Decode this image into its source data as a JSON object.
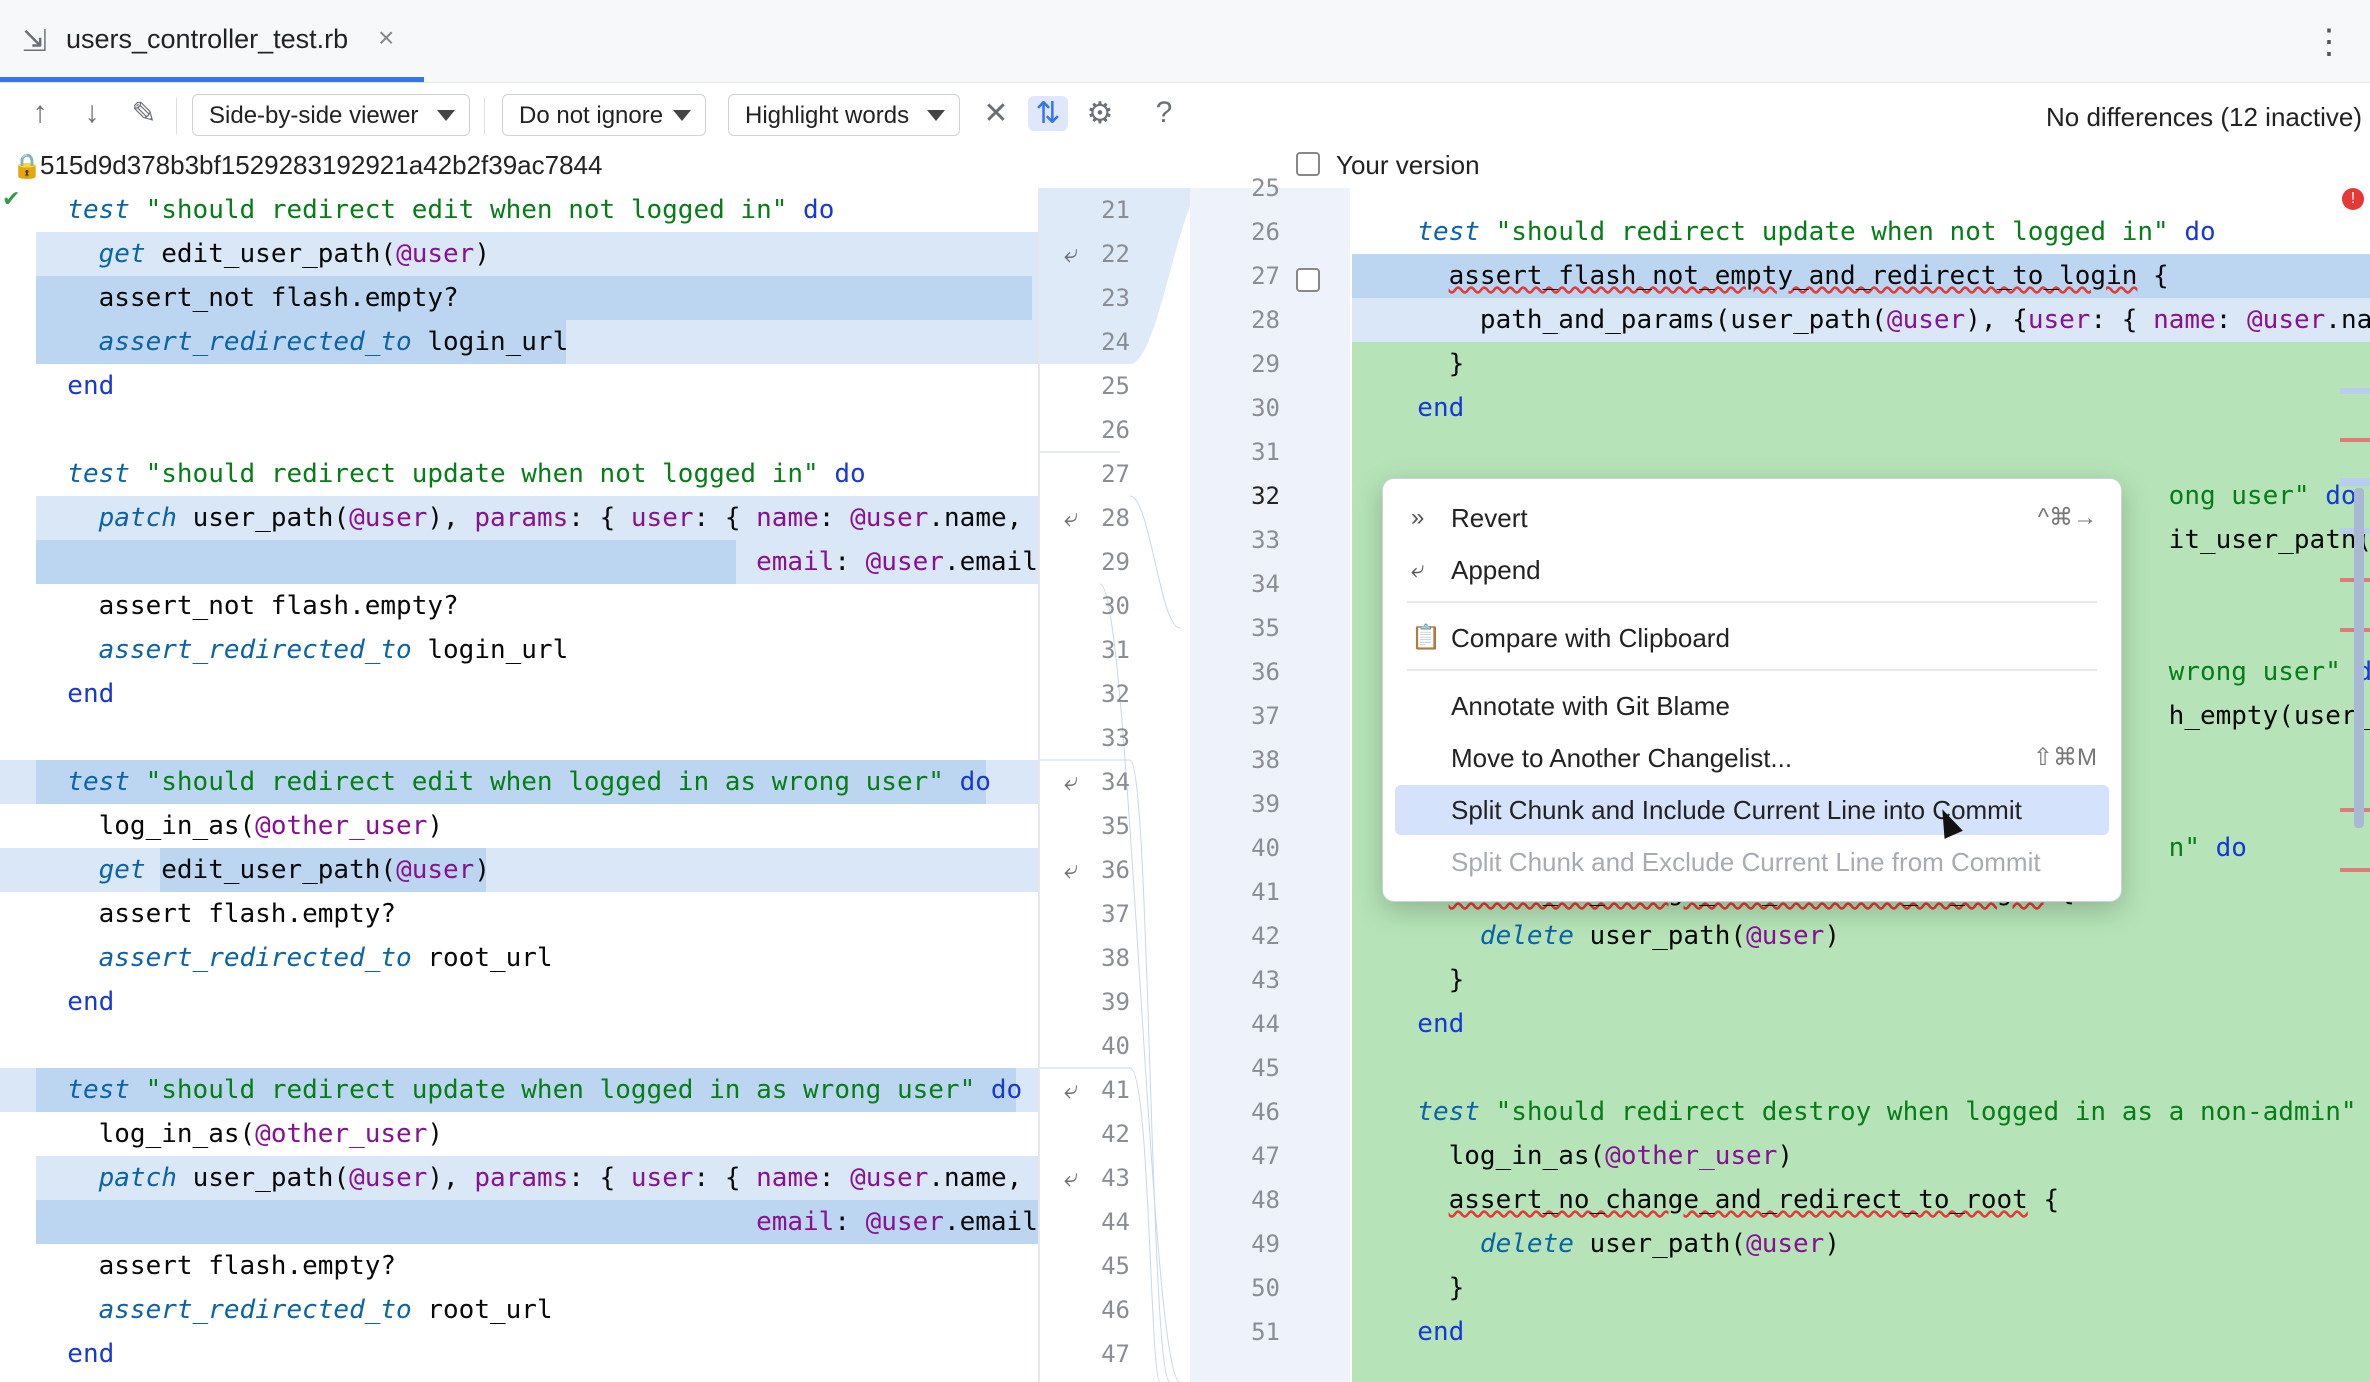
{
  "tab": {
    "title": "users_controller_test.rb",
    "close": "×",
    "icon": "⇲"
  },
  "kebab": "⋮",
  "toolbar": {
    "viewer": "Side-by-side viewer",
    "ignore": "Do not ignore",
    "highlight": "Highlight words",
    "status": "No differences (12 inactive)",
    "icons": {
      "up": "↑",
      "down": "↓",
      "edit": "✎",
      "collapse": "✕",
      "sync": "⇅",
      "settings": "⚙",
      "help": "?"
    }
  },
  "revision_hash": "515d9d378b3bf1529283192921a42b2f39ac7844",
  "your_version_label": "Your version",
  "left_lines": [
    {
      "n": "21",
      "t": "  test \"should redirect edit when not logged in\" do"
    },
    {
      "n": "22",
      "t": "    get edit_user_path(@user)"
    },
    {
      "n": "23",
      "t": "    assert_not flash.empty?"
    },
    {
      "n": "24",
      "t": "    assert_redirected_to login_url"
    },
    {
      "n": "25",
      "t": "  end"
    },
    {
      "n": "26",
      "t": ""
    },
    {
      "n": "27",
      "t": "  test \"should redirect update when not logged in\" do"
    },
    {
      "n": "28",
      "t": "    patch user_path(@user), params: { user: { name: @user.name,"
    },
    {
      "n": "29",
      "t": "                                              email: @user.email"
    },
    {
      "n": "30",
      "t": "    assert_not flash.empty?"
    },
    {
      "n": "31",
      "t": "    assert_redirected_to login_url"
    },
    {
      "n": "32",
      "t": "  end"
    },
    {
      "n": "33",
      "t": ""
    },
    {
      "n": "34",
      "t": "  test \"should redirect edit when logged in as wrong user\" do"
    },
    {
      "n": "35",
      "t": "    log_in_as(@other_user)"
    },
    {
      "n": "36",
      "t": "    get edit_user_path(@user)"
    },
    {
      "n": "37",
      "t": "    assert flash.empty?"
    },
    {
      "n": "38",
      "t": "    assert_redirected_to root_url"
    },
    {
      "n": "39",
      "t": "  end"
    },
    {
      "n": "40",
      "t": ""
    },
    {
      "n": "41",
      "t": "  test \"should redirect update when logged in as wrong user\" do"
    },
    {
      "n": "42",
      "t": "    log_in_as(@other_user)"
    },
    {
      "n": "43",
      "t": "    patch user_path(@user), params: { user: { name: @user.name,"
    },
    {
      "n": "44",
      "t": "                                              email: @user.email"
    },
    {
      "n": "45",
      "t": "    assert flash.empty?"
    },
    {
      "n": "46",
      "t": "    assert_redirected_to root_url"
    },
    {
      "n": "47",
      "t": "  end"
    }
  ],
  "right_lines": [
    {
      "n": "25",
      "t": ""
    },
    {
      "n": "26",
      "t": "  test \"should redirect update when not logged in\" do"
    },
    {
      "n": "27",
      "t": "    assert_flash_not_empty_and_redirect_to_login {"
    },
    {
      "n": "28",
      "t": "      path_and_params(user_path(@user), {user: { name: @user.name"
    },
    {
      "n": "29",
      "t": "    }"
    },
    {
      "n": "30",
      "t": "  end"
    },
    {
      "n": "31",
      "t": ""
    },
    {
      "n": "32",
      "t": "                                                  ong user\" do"
    },
    {
      "n": "33",
      "t": "                                                  it_user_path(@"
    },
    {
      "n": "34",
      "t": ""
    },
    {
      "n": "35",
      "t": ""
    },
    {
      "n": "36",
      "t": "                                                  wrong user\" do"
    },
    {
      "n": "37",
      "t": "                                                  h_empty(user_pa"
    },
    {
      "n": "38",
      "t": ""
    },
    {
      "n": "39",
      "t": ""
    },
    {
      "n": "40",
      "t": "                                                  n\" do"
    },
    {
      "n": "41",
      "t": "    assert_no_change_and_redirect_to_login {"
    },
    {
      "n": "42",
      "t": "      delete user_path(@user)"
    },
    {
      "n": "43",
      "t": "    }"
    },
    {
      "n": "44",
      "t": "  end"
    },
    {
      "n": "45",
      "t": ""
    },
    {
      "n": "46",
      "t": "  test \"should redirect destroy when logged in as a non-admin\" do"
    },
    {
      "n": "47",
      "t": "    log_in_as(@other_user)"
    },
    {
      "n": "48",
      "t": "    assert_no_change_and_redirect_to_root {"
    },
    {
      "n": "49",
      "t": "      delete user_path(@user)"
    },
    {
      "n": "50",
      "t": "    }"
    },
    {
      "n": "51",
      "t": "  end"
    }
  ],
  "context_menu": {
    "items": [
      {
        "icon": "»",
        "label": "Revert",
        "shortcut": "^⌘→"
      },
      {
        "icon": "⤶",
        "label": "Append",
        "shortcut": ""
      },
      {
        "icon": "📋",
        "label": "Compare with Clipboard",
        "shortcut": ""
      },
      {
        "icon": "",
        "label": "Annotate with Git Blame",
        "shortcut": ""
      },
      {
        "icon": "",
        "label": "Move to Another Changelist...",
        "shortcut": "⇧⌘M"
      },
      {
        "icon": "",
        "label": "Split Chunk and Include Current Line into Commit",
        "shortcut": ""
      },
      {
        "icon": "",
        "label": "Split Chunk and Exclude Current Line from Commit",
        "shortcut": ""
      }
    ]
  },
  "colors": {
    "accent": "#3574f0",
    "changed_bg": "#d9e7f7",
    "added_bg": "#b6e4b8",
    "keyword": "#1838d6",
    "string": "#067d17",
    "ivar": "#871094"
  }
}
